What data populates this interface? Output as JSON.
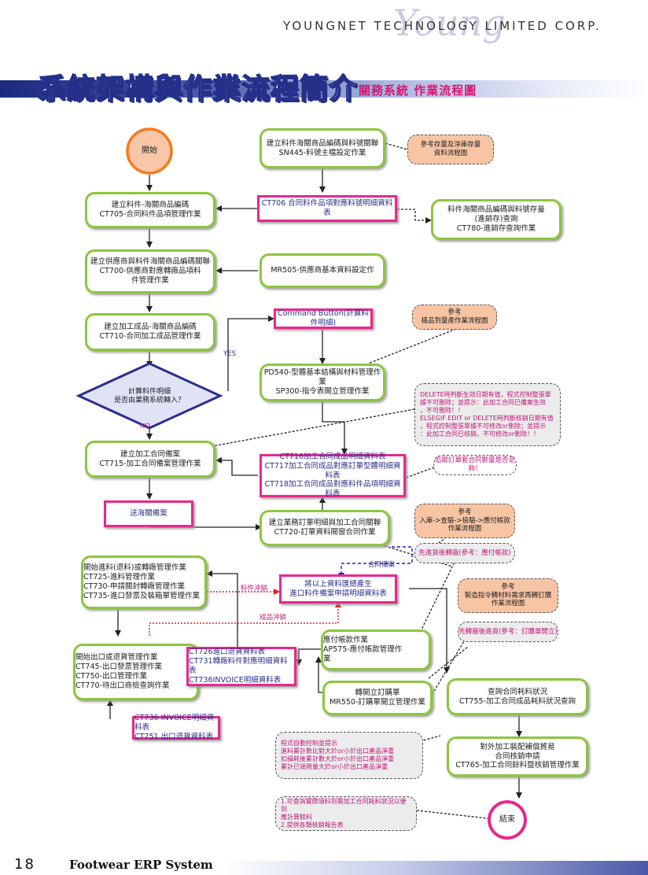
{
  "header": {
    "company": "YOUNGNET TECHNOLOGY LIMITED CORP.",
    "logo_script": "Young",
    "title": "系統架構與作業流程簡介",
    "subtitle": "關務系統 作業流程圖"
  },
  "footer": {
    "page_number": "18",
    "system_name": "Footwear ERP System"
  },
  "nodes": {
    "start": "開始",
    "end": "結束",
    "n_ct705": "建立料件-海關商品編碼\nCT705-合同料件品項管理作業",
    "n_ct700": "建立供應商與料件海關商品編碼關聯\nCT700-供應商對應轉廠品項料\n件管理作業",
    "n_ct710": "建立加工成品-海關商品編碼\nCT710-合同加工成品管理作業",
    "decision": "計算料件明細\n是否由業務系統轉入？",
    "n_ct715": "建立加工合同備案\nCT715-加工合同備案管理作業",
    "n_sendcustoms": "送海關備案",
    "n_ct725": "開始進料(退料)或轉廠管理作業\nCT725-進料管理作業\nCT730-申請關封轉廠管理作業\nCT735-進口發票及裝箱單管理作業",
    "n_ct745": "開始出口或退貨管理作業\nCT745-出口發票管理作業\nCT750-出口管理作業\nCT770-待出口商檢查詢作業",
    "n_ct736": "CT736 INVOICE明細資料表\nCT751 出口退貨資料表",
    "n_sn445": "建立料件海關商品編碼與料號關聯\nSN445-料號主檔設定作業",
    "n_ref_stock": "參考存量及淨庫存量\n資料流程圖",
    "n_ct706": "CT706 合同料件品項對應料號明細資料表",
    "n_ct780": "料件海關商品編碼與料號存量\n(進銷存)查詢\nCT780-進銷存查詢作業",
    "n_mr505": "MR505-供應商基本資料設定作",
    "n_cmdbtn": "Command Button(計算料件明細)",
    "n_ref_sample": "參考\n樣品到量產作業流程圖",
    "n_pd540": "PD540-型體基本結構與材料管理作業\nSP300-指令表開立管理作業",
    "n_delete_note": "DELETE時判斷生效日期有值，程式控制整張單\n據不可刪除；並提示：此加工合同已備案生效\n，不可刪除！！\nELSEGIF EDIT or DELETE時判斷核銷日期有值\n，程式控制整張單據不可修改or刪除；並提示\n：此加工合同已核銷，不可修改or刪除！！",
    "n_ct716": "CT716加工合同成品明細資料表\nCT717加工合同成品對應訂單型體明細資料表\nCT718加工合同成品對應料件品項明細資料表",
    "n_track": "追蹤訂單套合同數量是否足夠！",
    "n_ct720": "建立業務訂單明細與加工合同關聯\nCT720-訂單資料開窗合同作業",
    "n_ref_flow": "參考\n入庫->查驗->檢驗->應付帳款\n作業流程圖",
    "n_pay_first": "先進貨後轉廠(參考：應付帳款)",
    "n_collect": "將以上資料匯總產生\n進口料件備案申請明細資料表",
    "n_ref_mfg": "參考\n製造指令轉材料需求再轉訂購\n作業流程圖",
    "n_order_first": "先轉廠後進貨(參考：訂購單開立)",
    "n_ap575": "應付帳款作業\nAP575-應付帳款管理作\n業",
    "n_ct726": "CT726進口退貨資料表\nCT731轉廠料件對應明細資料表\nCT736INVOICE明細資料表",
    "n_mr550": "轉開立訂購單\nMR550-訂購單開立管理作業",
    "n_ct755": "查詢合同耗料狀況\nCT755-加工合同成品耗料狀況查詢",
    "n_auto_note": "程式自動控制並提示\n進料累計數比對大於or小於出口產品淨重\n扣損耗後累計數大於or小於出口產品淨重\n累計已領用量大於or小於出口產品淨重",
    "n_ct765": "對外加工裝配補償貿易\n合同核銷申請\nCT765-加工合同餘料暨核銷管理作業",
    "n_check_note": "1.可查詢實際領料到需加工合同耗料狀況以便到\n   應計算餘料\n2.提供各類核銷報告表"
  },
  "labels": {
    "yes": "YES",
    "no": "NO",
    "material_offset": "料件沖銷",
    "product_offset": "成品沖銷",
    "contract_filing": "合同備案"
  },
  "colors": {
    "green_border": "#8cc63f",
    "pink_border": "#e8288f",
    "orange_fill": "#f7c4a4",
    "title_navy": "#24308a",
    "accent_magenta": "#d61673",
    "dotted_red": "#e01e1e",
    "dashed_blue": "#1c1ccf"
  }
}
